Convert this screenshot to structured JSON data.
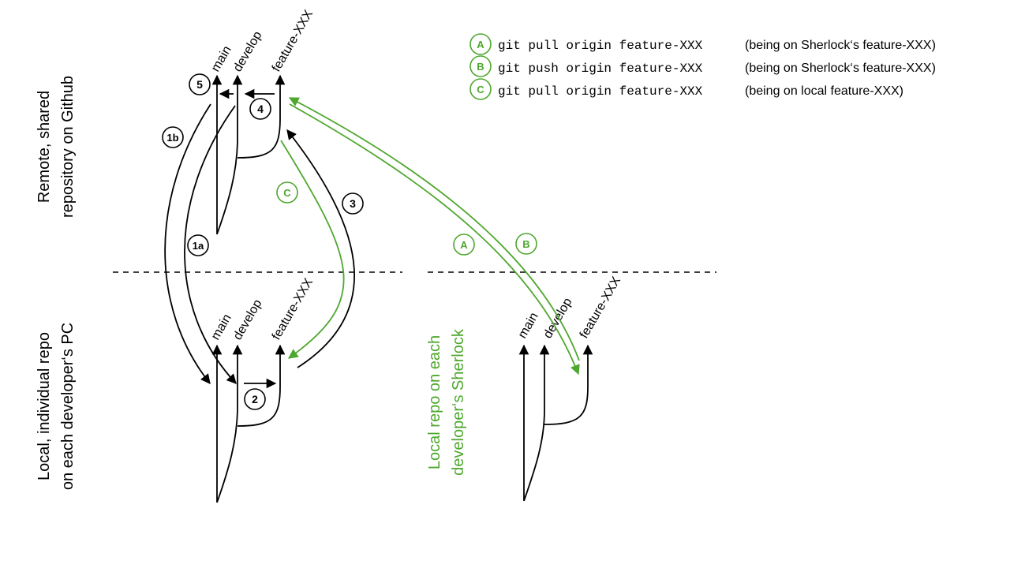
{
  "colors": {
    "black": "#000000",
    "green": "#4ea72e",
    "bg": "#ffffff"
  },
  "regions": {
    "remote": [
      "Remote, shared",
      "repository on Github"
    ],
    "local": [
      "Local, individual repo",
      "on each developer‘s PC"
    ],
    "sherlock": [
      "Local repo on each",
      "developer‘s Sherlock"
    ]
  },
  "branches": {
    "main": "main",
    "develop": "develop",
    "feature": "feature-XXX"
  },
  "steps": {
    "s1a": "1a",
    "s1b": "1b",
    "s2": "2",
    "s3": "3",
    "s4": "4",
    "s5": "5"
  },
  "green_steps": {
    "A": "A",
    "B": "B",
    "C": "C"
  },
  "legend": [
    {
      "badge": "A",
      "command": "git pull origin feature-XXX",
      "note": "(being on Sherlock‘s feature-XXX)"
    },
    {
      "badge": "B",
      "command": "git push origin feature-XXX",
      "note": "(being on Sherlock‘s feature-XXX)"
    },
    {
      "badge": "C",
      "command": "git pull origin feature-XXX",
      "note": "(being on local feature-XXX)"
    }
  ]
}
